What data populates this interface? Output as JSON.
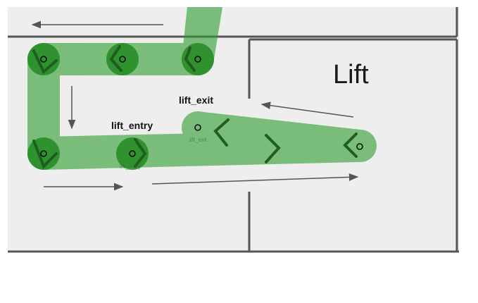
{
  "room_label": "Lift",
  "labels": {
    "lift_entry": "lift_entry",
    "lift_exit": "lift_exit",
    "lift_entry_faint": "lift_entry",
    "lift_exit_faint": "lift_exit"
  },
  "colors": {
    "floor": "#eeeeee",
    "wall": "#555555",
    "path_green": "#2e9e2e",
    "node_green": "#228b22",
    "chevron": "#1f5e1f",
    "arrow": "#555555"
  },
  "icons": {
    "waypoint": "circle-node-icon",
    "direction": "chevron-icon",
    "flow": "arrow-icon"
  }
}
